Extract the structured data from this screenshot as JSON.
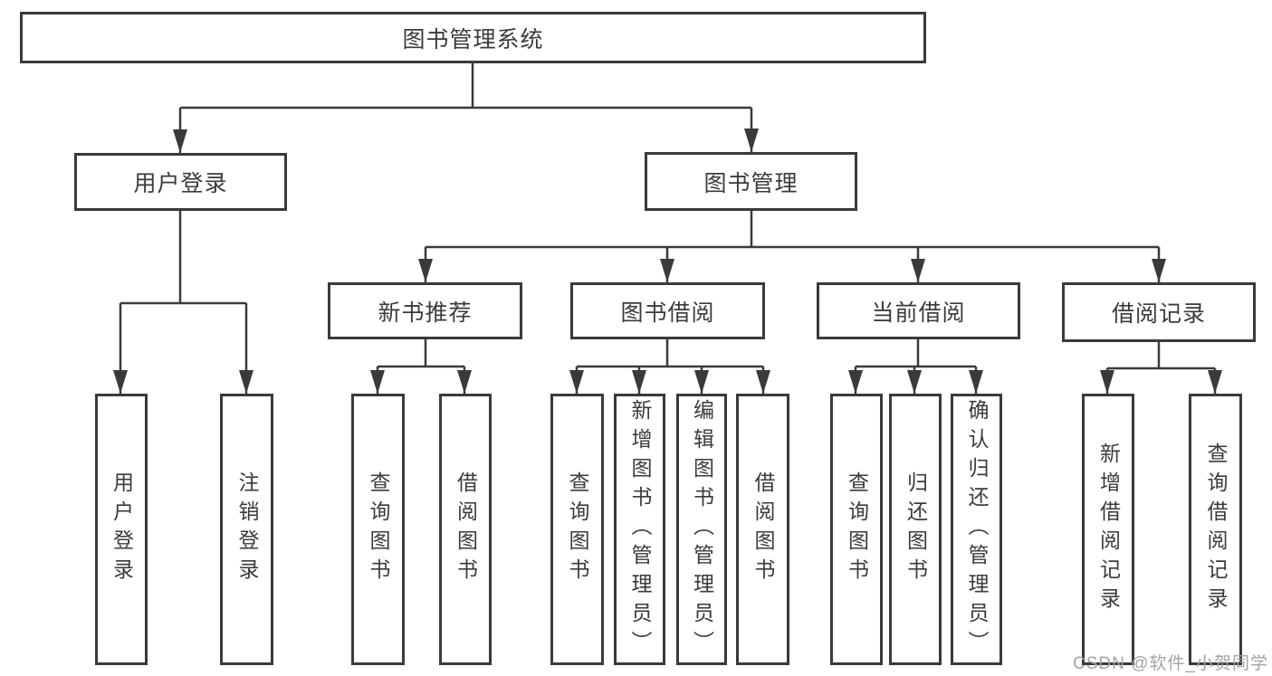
{
  "diagram": {
    "root": {
      "label": "图书管理系统",
      "children": [
        {
          "label": "用户登录",
          "children": [
            {
              "label": "用户登录"
            },
            {
              "label": "注销登录"
            }
          ]
        },
        {
          "label": "图书管理",
          "children": [
            {
              "label": "新书推荐",
              "children": [
                {
                  "label": "查询图书"
                },
                {
                  "label": "借阅图书"
                }
              ]
            },
            {
              "label": "图书借阅",
              "children": [
                {
                  "label": "查询图书"
                },
                {
                  "label": "新增图书（管理员）"
                },
                {
                  "label": "编辑图书（管理员）"
                },
                {
                  "label": "借阅图书"
                }
              ]
            },
            {
              "label": "当前借阅",
              "children": [
                {
                  "label": "查询图书"
                },
                {
                  "label": "归还图书"
                },
                {
                  "label": "确认归还（管理员）"
                }
              ]
            },
            {
              "label": "借阅记录",
              "children": [
                {
                  "label": "新增借阅记录"
                },
                {
                  "label": "查询借阅记录"
                }
              ]
            }
          ]
        }
      ]
    },
    "watermark": "CSDN @软件_小贺同学",
    "colors": {
      "line": "#3a3a3a",
      "text": "#3b3b3b",
      "watermark": "#a3a3a3",
      "background": "#ffffff"
    }
  }
}
